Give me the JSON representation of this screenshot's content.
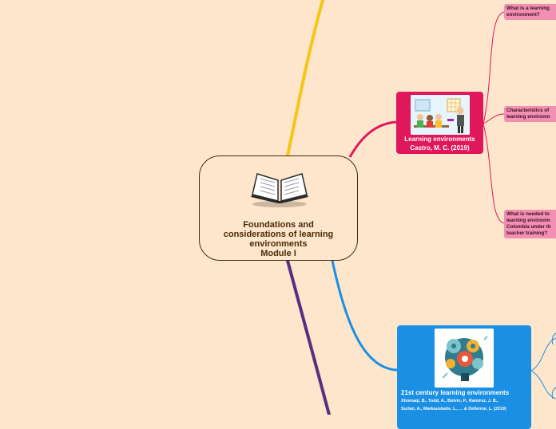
{
  "central": {
    "icon": "open-book-icon",
    "title_lines": [
      "Foundations and",
      "considerations of learning",
      "environments",
      "Module I"
    ]
  },
  "learning_environments": {
    "title": "Learning environments",
    "author": "Castro, M. C. (2019)",
    "image": "classroom-illustration",
    "color": "#e0175b"
  },
  "century_environments": {
    "title": "21st century learning environments",
    "citation_lines": [
      "Xhomaqi, B., Todd, A., Bolvin, P., Ramírez, J. B.,",
      "Surlan, A., Markauskaite, L., ... & Dellenne, L. (2019)"
    ],
    "image": "gears-head-illustration",
    "color": "#1a8fe3"
  },
  "questions": [
    {
      "lines": [
        "What is a learning",
        "environment?"
      ]
    },
    {
      "lines": [
        "Characteristics of",
        "learning environm"
      ]
    },
    {
      "lines": [
        "What is needed to",
        "learning environm",
        "Colombia under th",
        "teacher training?"
      ]
    }
  ],
  "colors": {
    "background": "#fde6cc",
    "yellow_branch": "#f5c518",
    "purple_branch": "#5b2d82",
    "pink_branch": "#e0175b",
    "blue_branch": "#1a8fe3",
    "question_box": "#f28fb3"
  }
}
